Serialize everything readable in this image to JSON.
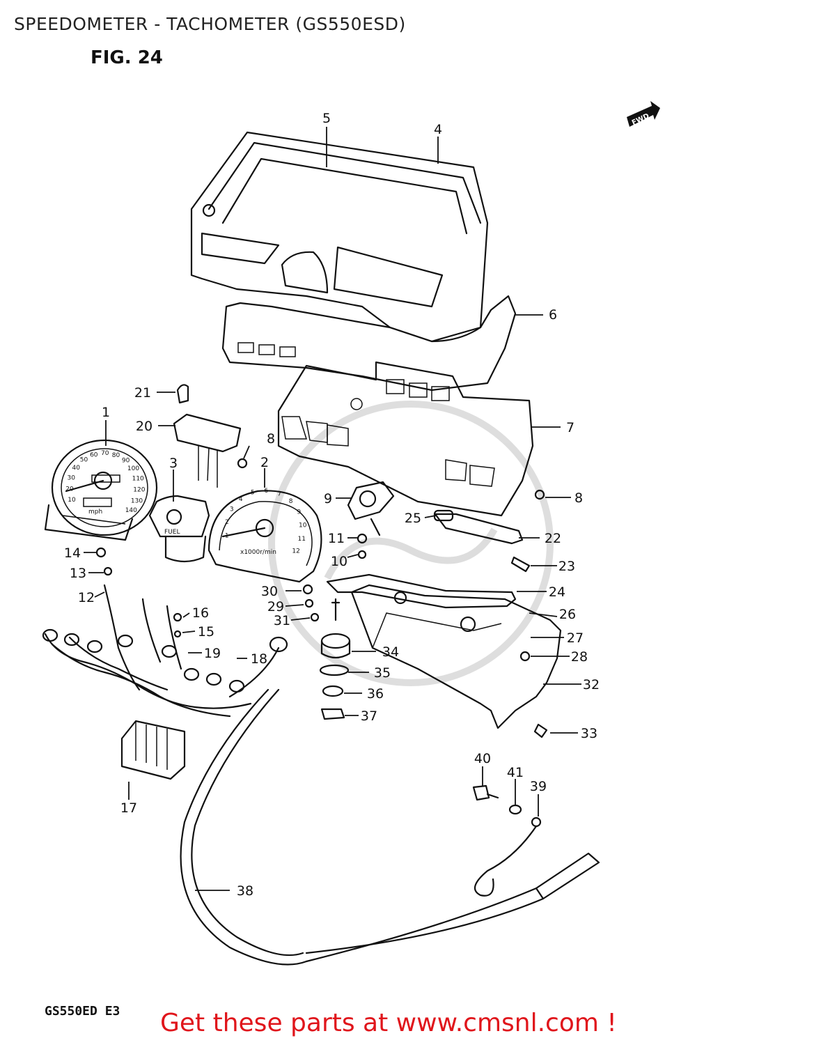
{
  "page": {
    "title": "SPEEDOMETER - TACHOMETER (GS550ESD)",
    "figure": "FIG. 24",
    "model": "GS550ED E3",
    "footer": "Get these parts at www.cmsnl.com !",
    "fwd_label": "FWD"
  },
  "dial_text": {
    "speedo_unit": "mph",
    "speedo_marks": [
      "10",
      "20",
      "30",
      "40",
      "50",
      "60",
      "70",
      "80",
      "90",
      "100",
      "110",
      "120",
      "130",
      "140"
    ],
    "tacho_unit": "x1000r/min",
    "tacho_marks": [
      "1",
      "2",
      "3",
      "4",
      "5",
      "6",
      "7",
      "8",
      "9",
      "10",
      "11",
      "12"
    ],
    "fuel_label": "FUEL"
  },
  "callouts": [
    "1",
    "2",
    "3",
    "4",
    "5",
    "6",
    "7",
    "8",
    "8",
    "9",
    "10",
    "11",
    "12",
    "13",
    "14",
    "15",
    "16",
    "17",
    "18",
    "19",
    "20",
    "21",
    "22",
    "23",
    "24",
    "25",
    "26",
    "27",
    "28",
    "29",
    "30",
    "31",
    "32",
    "33",
    "34",
    "35",
    "36",
    "37",
    "38",
    "39",
    "40",
    "41"
  ]
}
